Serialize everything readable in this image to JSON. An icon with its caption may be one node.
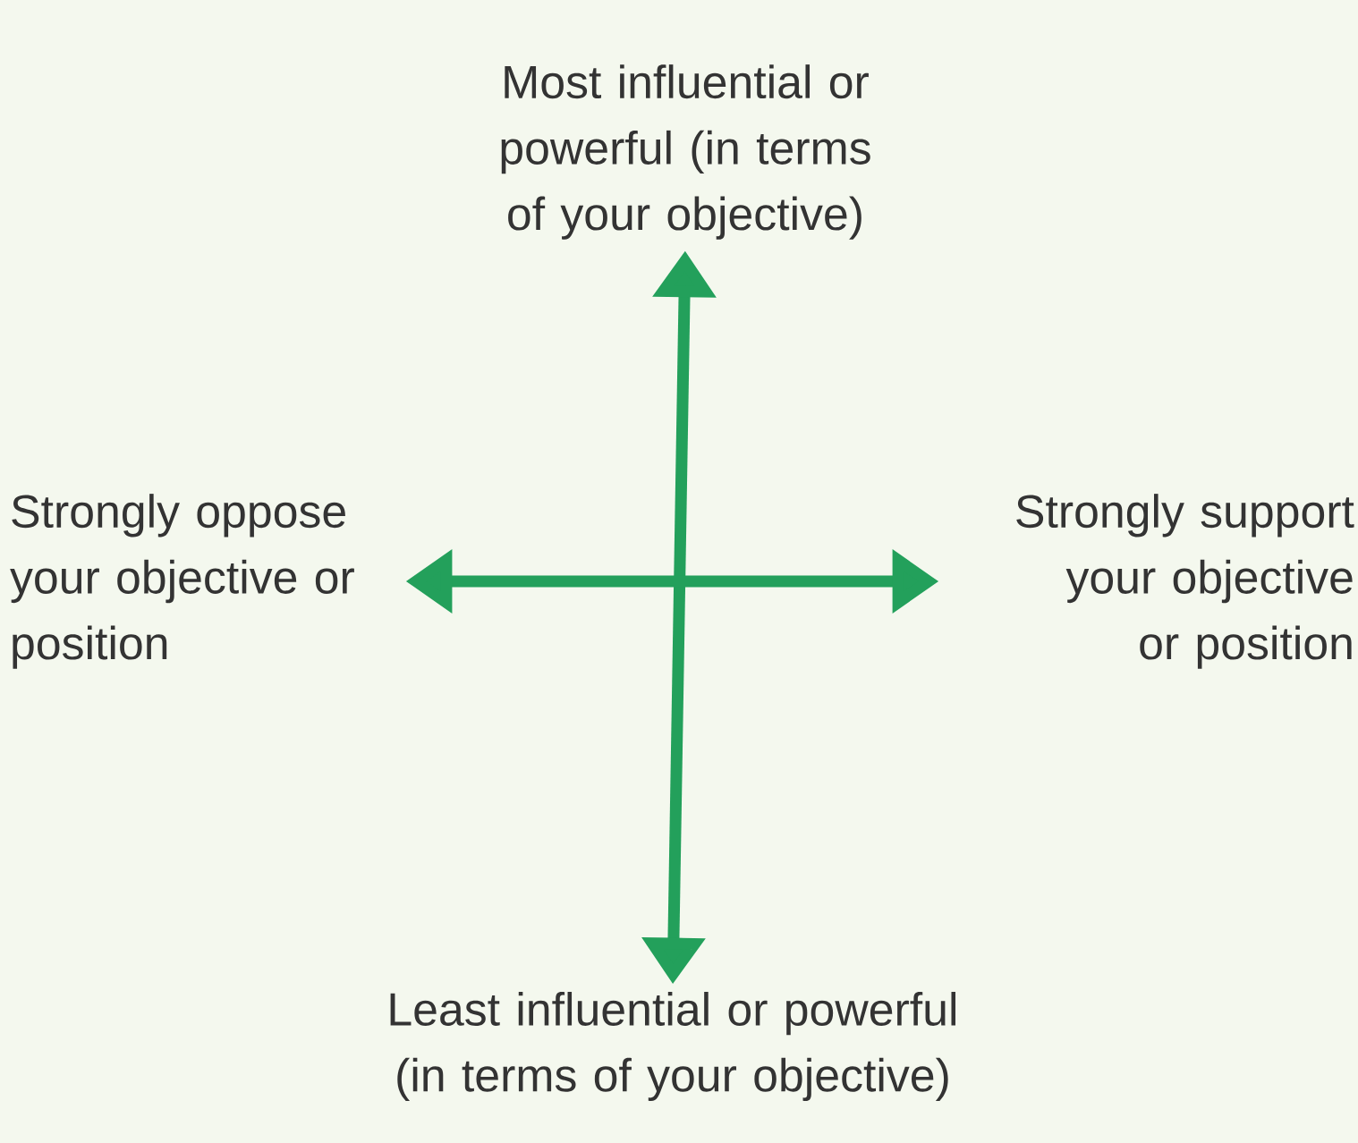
{
  "diagram": {
    "nodes": [
      {
        "text": [
          "Most influential or powerful (in terms of your objective)"
        ]
      },
      {
        "text": [
          "Strongly oppose your objective or position"
        ]
      },
      {
        "text": [
          "Strongly support your objective or position"
        ]
      },
      {
        "text": [
          "Least influential or powerful (in terms of your objective)"
        ]
      }
    ],
    "edges": [
      {
        "from": 0,
        "to": 3,
        "arrow": "both"
      },
      {
        "from": 1,
        "to": 2,
        "arrow": "both"
      }
    ]
  }
}
